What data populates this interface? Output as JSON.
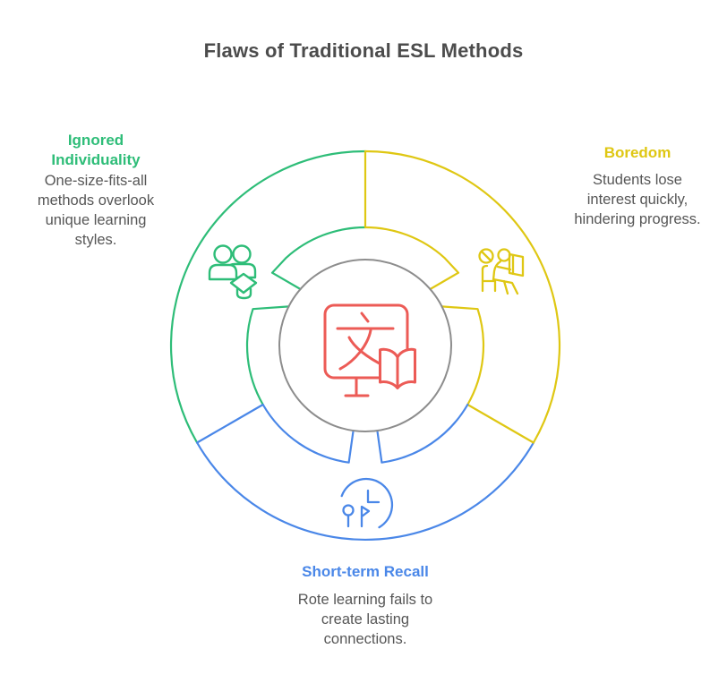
{
  "title": "Flaws of Traditional ESL Methods",
  "colors": {
    "green": "#2EBD78",
    "yellow": "#DFC713",
    "blue": "#4A87E8",
    "red": "#EC5B56",
    "gray": "#8D8D8D",
    "title_text": "#4C4C4C",
    "body_text": "#565656"
  },
  "center": {
    "icon": "language-learning-monitor-with-book"
  },
  "segments": [
    {
      "position": "left",
      "label": "Ignored Individuality",
      "description": "One-size-fits-all methods overlook unique learning styles.",
      "color": "#2EBD78",
      "icon": "students-graduation-cap"
    },
    {
      "position": "right",
      "label": "Boredom",
      "description": "Students lose interest quickly, hindering progress.",
      "color": "#DFC713",
      "icon": "bored-student-reading"
    },
    {
      "position": "bottom",
      "label": "Short-term Recall",
      "description": "Rote learning fails to create lasting connections.",
      "color": "#4A87E8",
      "icon": "clock-waiting"
    }
  ]
}
